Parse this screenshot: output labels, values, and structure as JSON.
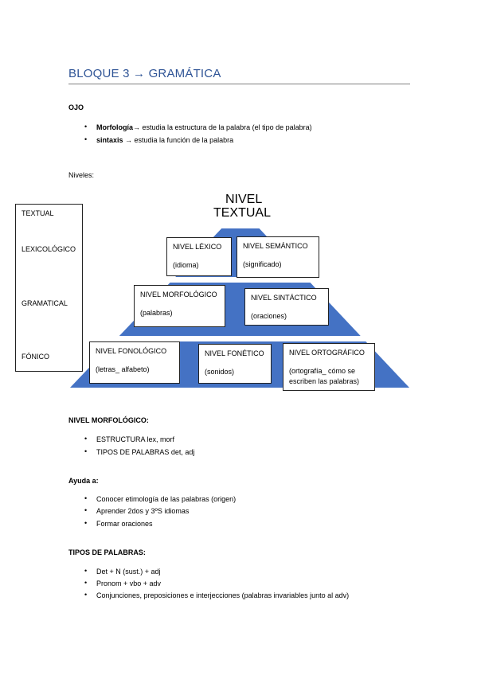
{
  "title": "BLOQUE 3 → GRAMÁTICA",
  "ojo": {
    "heading": "OJO",
    "items": [
      {
        "bold": "Morfología→",
        "text": " estudia la estructura de la palabra (el tipo de palabra)"
      },
      {
        "bold": "sintaxis",
        "text": " → estudia la función de la palabra"
      }
    ]
  },
  "niveles_heading": "Niveles:",
  "diagram": {
    "apex": [
      "NIVEL",
      "TEXTUAL"
    ],
    "levels": [
      "TEXTUAL",
      "LEXICOLÓGICO",
      "GRAMATICAL",
      "FÓNICO"
    ],
    "boxes": {
      "lexico": {
        "title": "NIVEL LÉXICO",
        "sub": "(idioma)"
      },
      "semantico": {
        "title": "NIVEL SEMÁNTICO",
        "sub": "(significado)"
      },
      "morfologico": {
        "title": "NIVEL MORFOLÓGICO",
        "sub": "(palabras)"
      },
      "sintactico": {
        "title": "NIVEL SINTÁCTICO",
        "sub": "(oraciones)"
      },
      "fonologico": {
        "title": "NIVEL FONOLÓGICO",
        "sub": "(letras_ alfabeto)"
      },
      "fonetico": {
        "title": "NIVEL FONÉTICO",
        "sub": "(sonidos)"
      },
      "ortografico": {
        "title": "NIVEL ORTOGRÁFICO",
        "sub1": "(ortografía_ cómo se",
        "sub2": "escriben las palabras)"
      }
    },
    "colors": {
      "pyramid": "#4472c4",
      "white": "#ffffff"
    }
  },
  "morfologico": {
    "heading": "NIVEL MORFOLÓGICO:",
    "items": [
      "ESTRUCTURA lex, morf",
      "TIPOS DE PALABRAS det, adj"
    ]
  },
  "ayuda": {
    "heading": "Ayuda a:",
    "items": [
      "Conocer etimología de las palabras (origen)",
      "Aprender 2dos y 3ºS idiomas",
      "Formar oraciones"
    ]
  },
  "tipos": {
    "heading": "TIPOS DE PALABRAS:",
    "items": [
      "Det + N (sust.) + adj",
      "Pronom + vbo + adv",
      "Conjunciones, preposiciones e interjecciones (palabras invariables junto al adv)"
    ]
  }
}
